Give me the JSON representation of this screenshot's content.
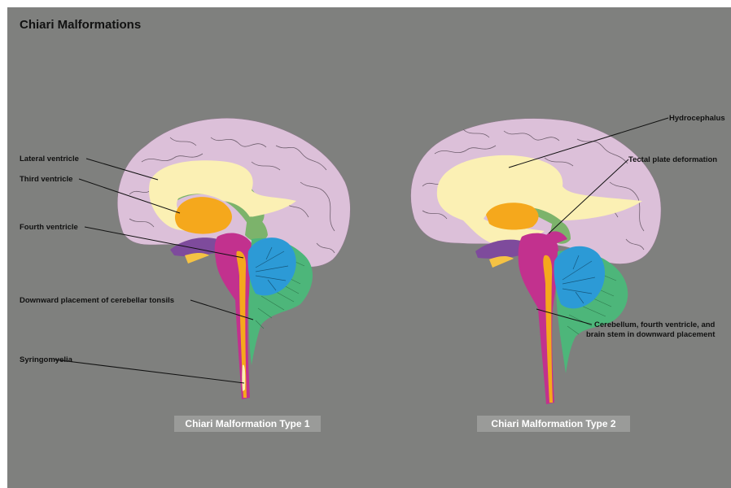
{
  "title": "Chiari Malformations",
  "captions": {
    "type1": "Chiari Malformation Type 1",
    "type2": "Chiari Malformation Type 2"
  },
  "labels_type1": {
    "lateral_ventricle": "Lateral ventricle",
    "third_ventricle": "Third ventricle",
    "fourth_ventricle": "Fourth ventricle",
    "tonsils": "Downward placement of cerebellar tonsils",
    "syringomyelia": "Syringomyelia"
  },
  "labels_type2": {
    "hydrocephalus": "Hydrocephalus",
    "tectal": "Tectal plate deformation",
    "cerebellum_line1": "Cerebellum, fourth ventricle, and",
    "cerebellum_line2": "brain stem in downward placement"
  },
  "colors": {
    "background": "#7f807e",
    "cerebrum": "#dcc0d9",
    "ventricle": "#fbf0b4",
    "thalamus": "#f5a81c",
    "brainstem": "#c2318e",
    "cerebellum": "#2c9ad6",
    "cerebellum_outer": "#4db67a",
    "limbic": "#7cb36b",
    "midbrain": "#7e4b9c",
    "caption_bg": "#9a9b99"
  }
}
